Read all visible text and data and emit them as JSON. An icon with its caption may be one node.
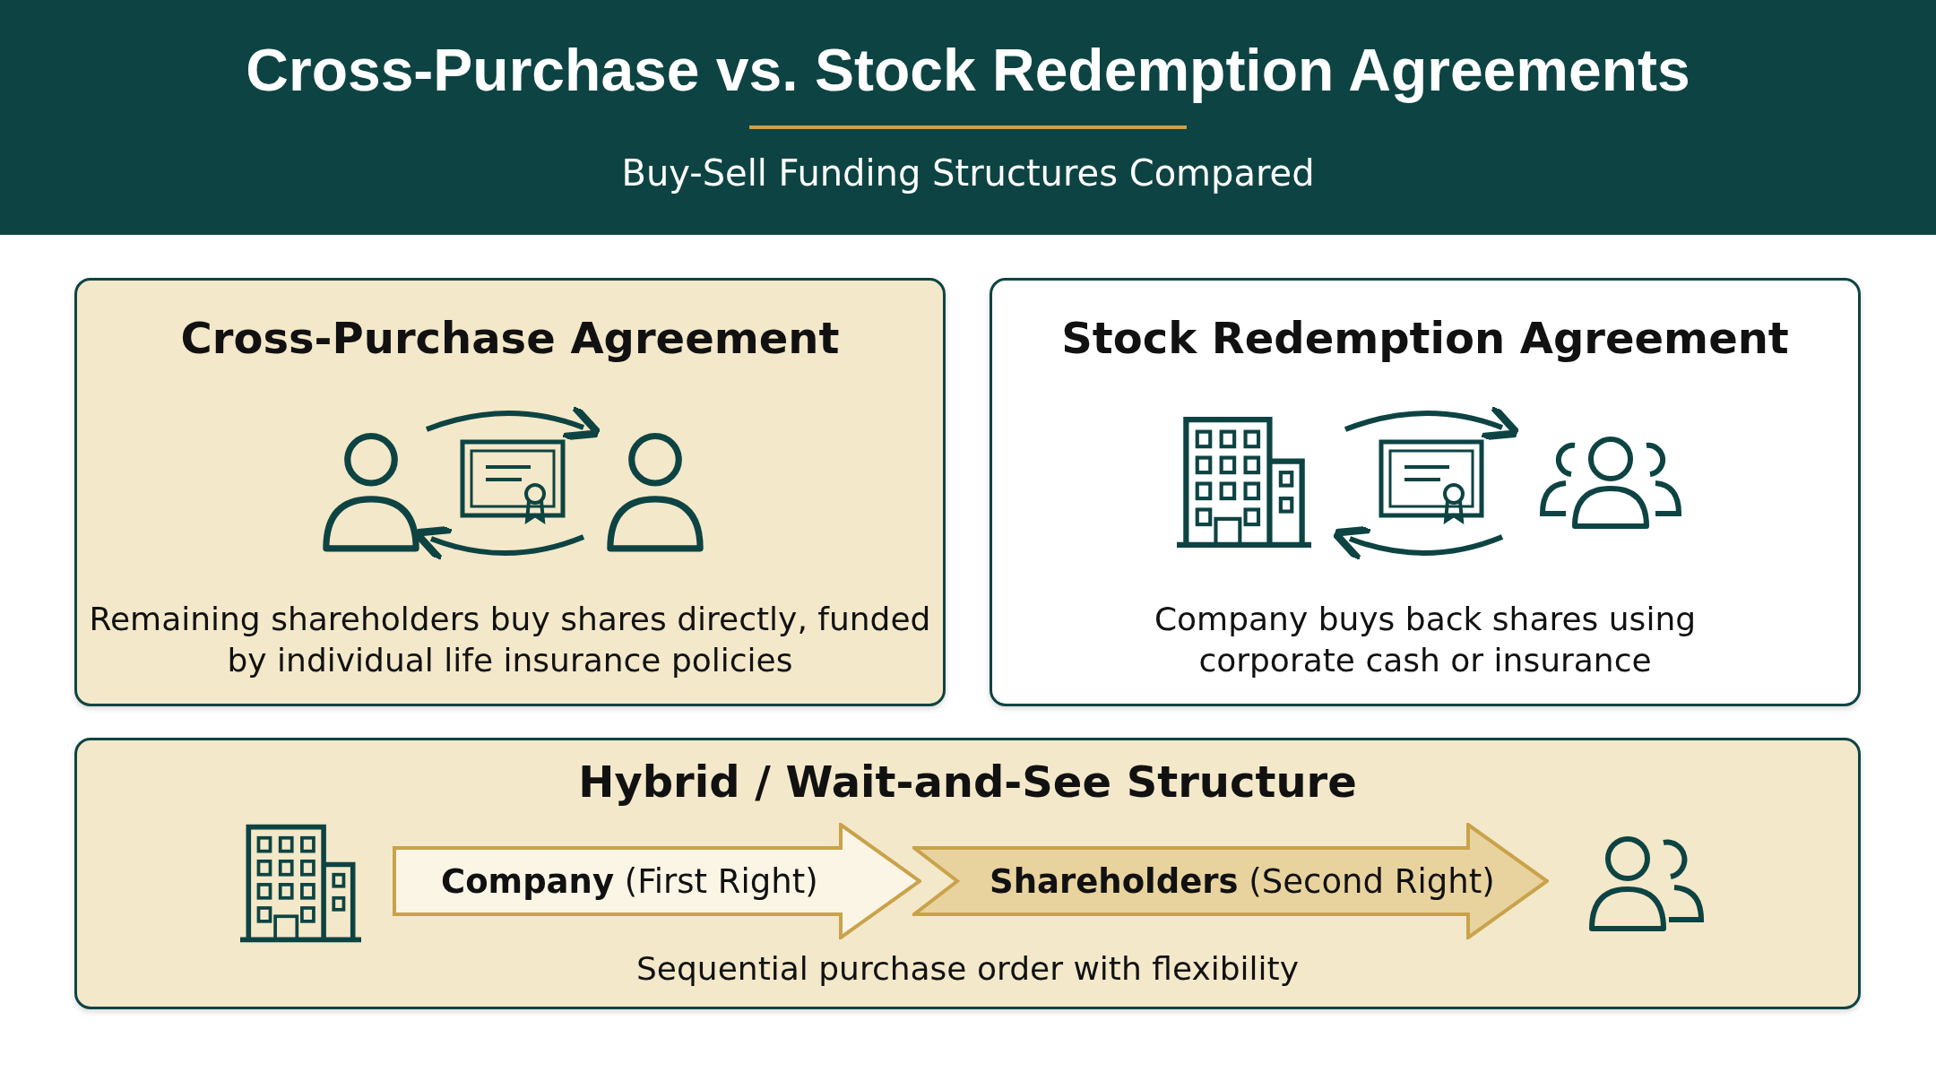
{
  "diagram": {
    "title": "Cross-Purchase vs. Stock Redemption Agreements",
    "caption": "Buy-Sell Funding Structures Compared",
    "nodes": [
      {
        "text": [
          "Cross-Purchase Agreement",
          "Remaining shareholders buy shares directly, funded by individual life insurance policies"
        ]
      },
      {
        "text": [
          "Stock Redemption Agreement",
          "Company buys back shares using corporate cash or insurance"
        ]
      },
      {
        "text": [
          "Hybrid / Wait-and-See Structure",
          "Sequential purchase order with flexibility"
        ]
      },
      {
        "text": [
          "**Company** (First Right)"
        ],
        "in": 2
      },
      {
        "text": [
          "**Shareholders** (Second Right)"
        ],
        "in": 2
      }
    ]
  }
}
